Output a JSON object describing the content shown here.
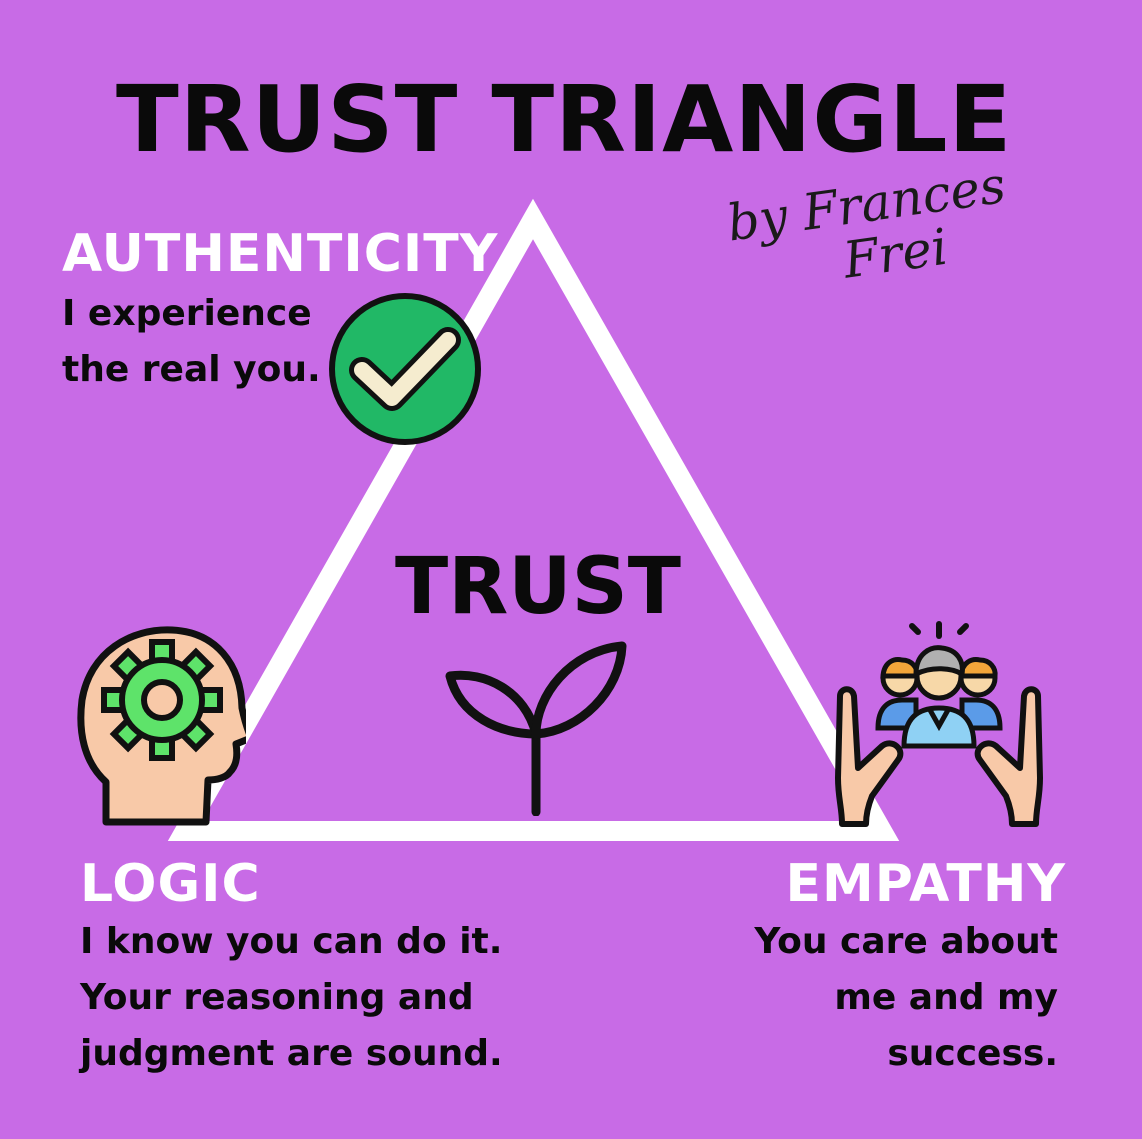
{
  "title": "TRUST TRIANGLE",
  "byline": {
    "line1": "by Frances",
    "line2": "Frei"
  },
  "center": {
    "label": "TRUST",
    "icon": "sprout-icon"
  },
  "corners": {
    "authenticity": {
      "heading": "AUTHENTICITY",
      "lines": [
        "I experience",
        "the real you."
      ],
      "icon": "checkmark-circle-icon"
    },
    "logic": {
      "heading": "LOGIC",
      "lines": [
        "I know you can do it.",
        "Your reasoning and",
        "judgment are sound."
      ],
      "icon": "head-gear-icon"
    },
    "empathy": {
      "heading": "EMPATHY",
      "lines": [
        "You care about",
        "me and my",
        "success."
      ],
      "icon": "hands-people-icon"
    }
  },
  "colors": {
    "background": "#c86be6",
    "triangle": "#ffffff",
    "check_green": "#21b866",
    "gear_green": "#5ee36a",
    "skin": "#f8c9a8"
  }
}
